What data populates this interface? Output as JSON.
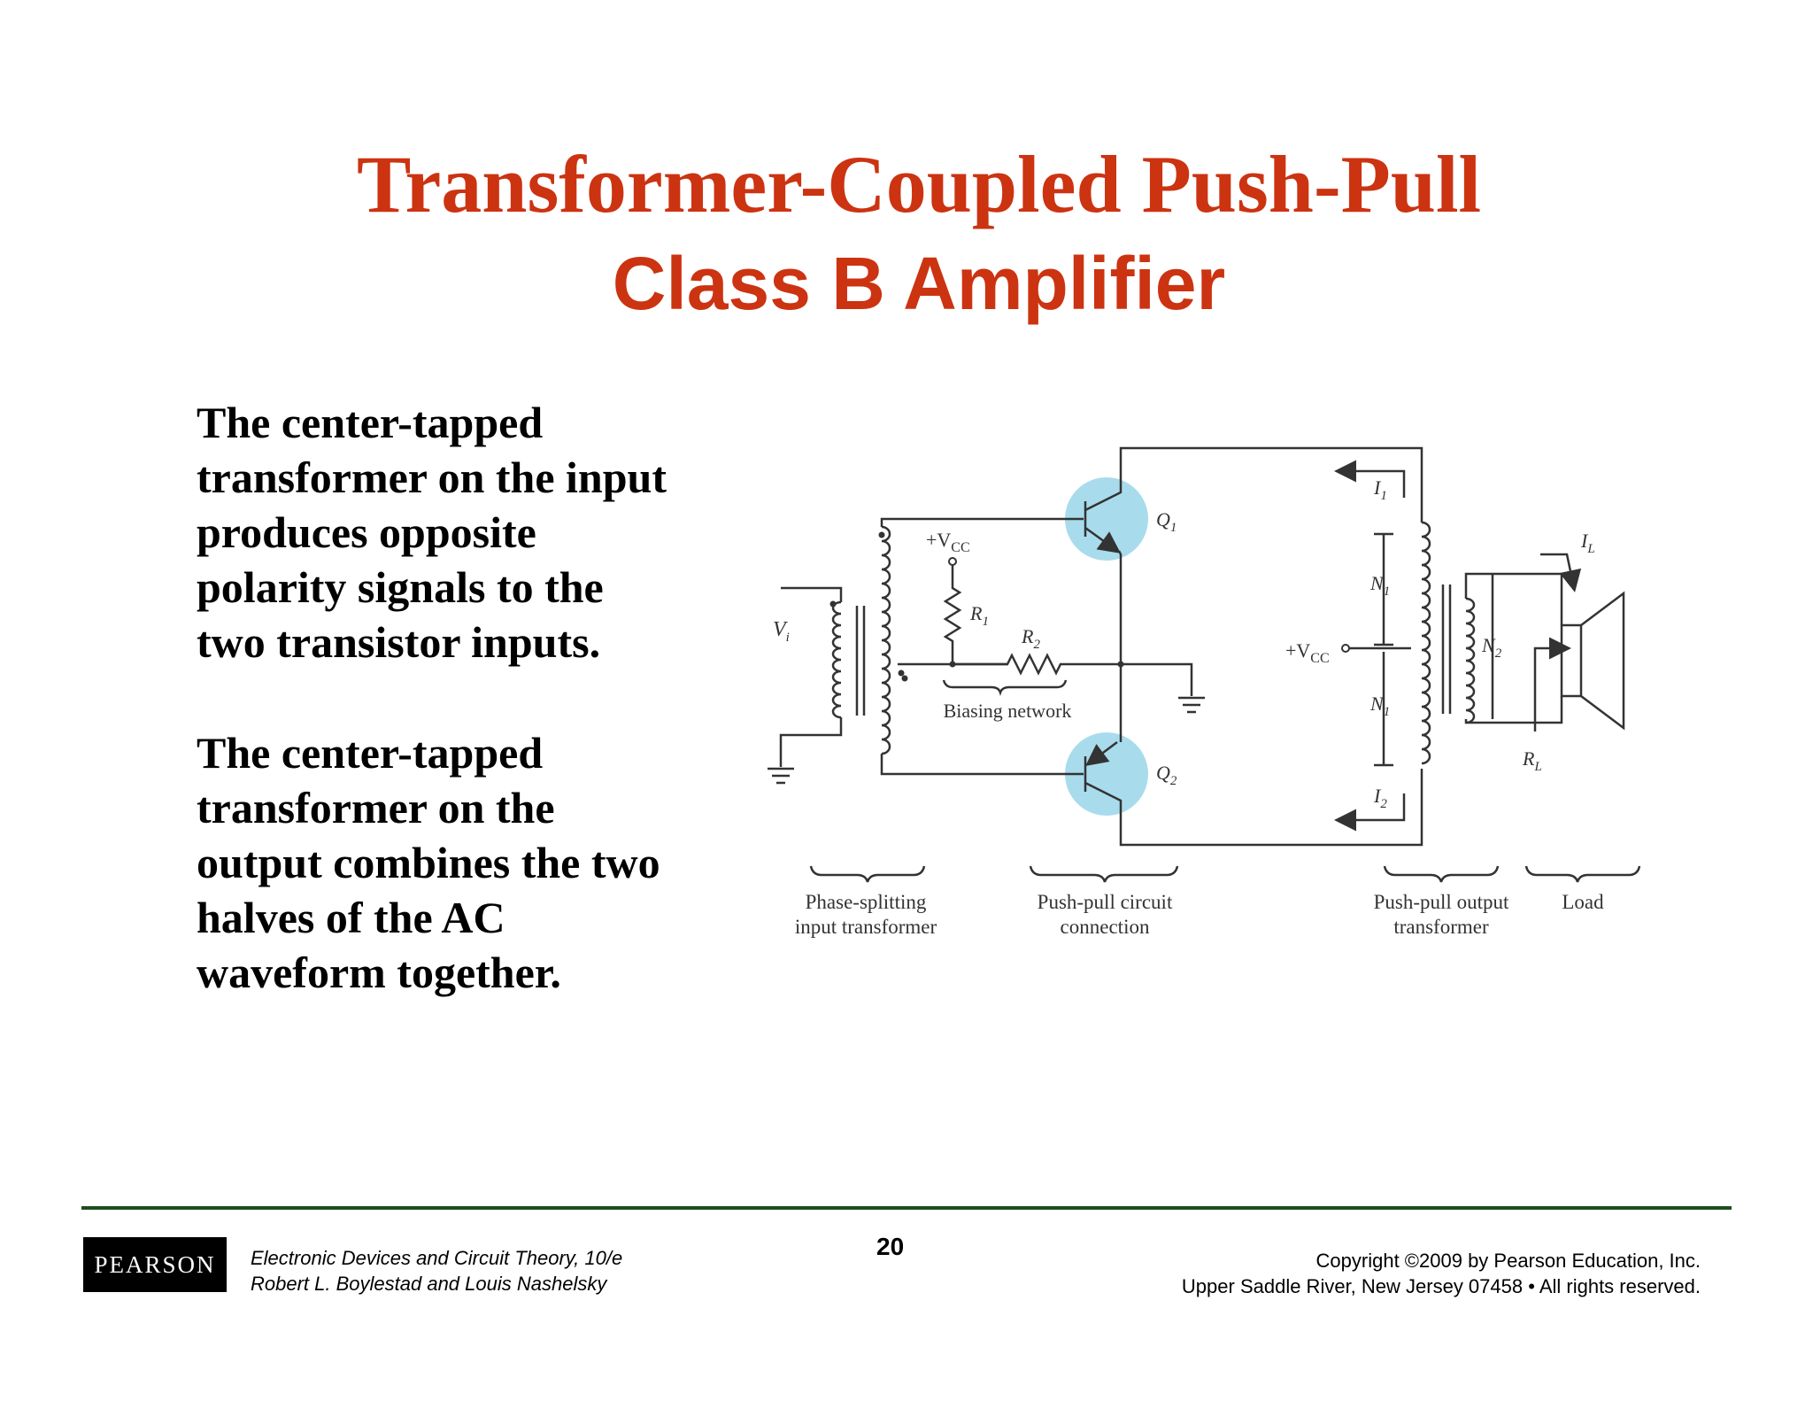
{
  "slide": {
    "title_line1": "Transformer-Coupled Push-Pull",
    "title_line2": "Class B Amplifier",
    "paragraph1": [
      "The center-tapped",
      "transformer on the input",
      "produces opposite",
      "polarity signals to the",
      "two transistor inputs."
    ],
    "paragraph2": [
      "The center-tapped",
      "transformer on the",
      "output combines the two",
      "halves of the AC",
      "waveform together."
    ],
    "accent_color": "#cc3311",
    "highlight_color": "#a8dcec"
  },
  "circuit": {
    "input_voltage": "V",
    "input_voltage_sub": "i",
    "vcc_plus": "+V",
    "vcc_sub": "CC",
    "r1": "R",
    "r1_sub": "1",
    "r2": "R",
    "r2_sub": "2",
    "q1": "Q",
    "q1_sub": "1",
    "q2": "Q",
    "q2_sub": "2",
    "i1": "I",
    "i1_sub": "1",
    "i2": "I",
    "i2_sub": "2",
    "n1_top": "N",
    "n1_top_sub": "1",
    "n1_bottom": "N",
    "n1_bottom_sub": "1",
    "n2": "N",
    "n2_sub": "2",
    "il": "I",
    "il_sub": "L",
    "rl": "R",
    "rl_sub": "L",
    "biasing_network": "Biasing network",
    "captions": {
      "phase_splitting_1": "Phase-splitting",
      "phase_splitting_2": "input transformer",
      "push_pull_1": "Push-pull circuit",
      "push_pull_2": "connection",
      "output_1": "Push-pull output",
      "output_2": "transformer",
      "load": "Load"
    }
  },
  "footer": {
    "logo": "PEARSON",
    "book_line1": "Electronic Devices and Circuit Theory, 10/e",
    "book_line2": "Robert L. Boylestad and Louis Nashelsky",
    "page_number": "20",
    "copyright_line1": "Copyright ©2009 by Pearson Education, Inc.",
    "copyright_line2": "Upper Saddle River, New Jersey 07458 • All rights reserved."
  }
}
